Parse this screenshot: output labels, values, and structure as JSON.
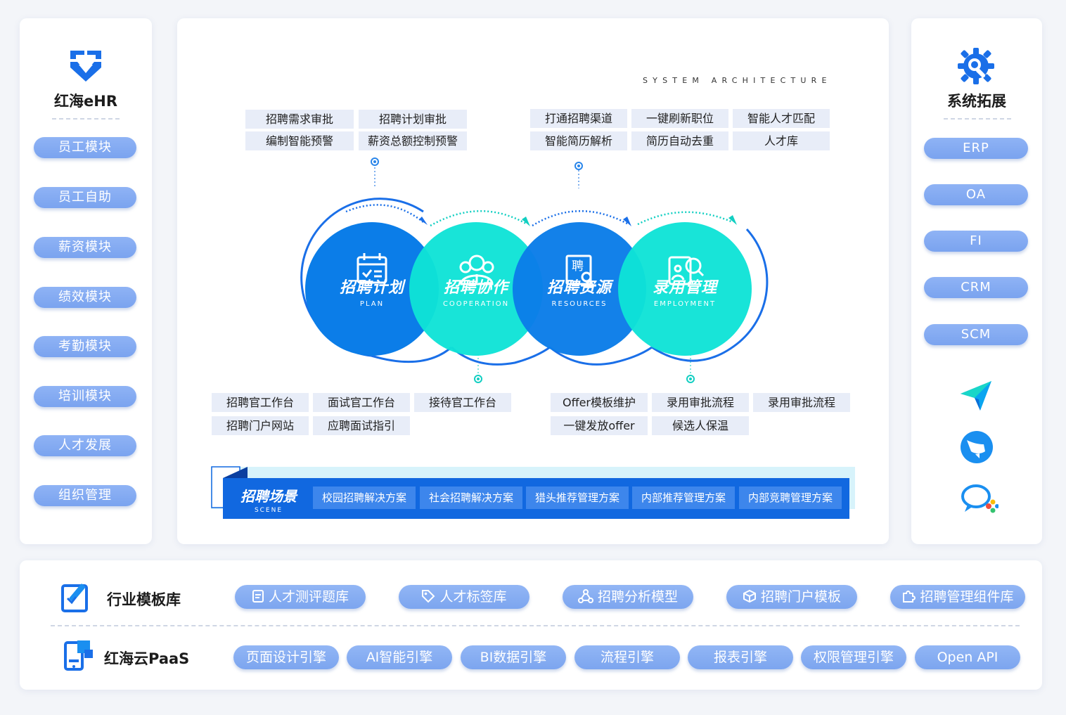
{
  "left": {
    "title": "红海eHR",
    "items": [
      "员工模块",
      "员工自助",
      "薪资模块",
      "绩效模块",
      "考勤模块",
      "培训模块",
      "人才发展",
      "组织管理"
    ]
  },
  "right": {
    "title": "系统拓展",
    "items": [
      "ERP",
      "OA",
      "FI",
      "CRM",
      "SCM"
    ],
    "app_icons": [
      "paper-plane-icon",
      "bird-icon",
      "chat-bubbles-icon"
    ]
  },
  "center": {
    "caption": "SYSTEM ARCHITECTURE",
    "top_left_tags": [
      "招聘需求审批",
      "招聘计划审批",
      "编制智能预警",
      "薪资总额控制预警"
    ],
    "top_right_tags": [
      "打通招聘渠道",
      "一键刷新职位",
      "智能人才匹配",
      "智能简历解析",
      "简历自动去重",
      "人才库"
    ],
    "bottom_left_tags": [
      "招聘官工作台",
      "面试官工作台",
      "接待官工作台",
      "招聘门户网站",
      "应聘面试指引"
    ],
    "bottom_right_tags": [
      "Offer模板维护",
      "录用审批流程",
      "录用审批流程",
      "一键发放offer",
      "候选人保温"
    ],
    "circles": [
      {
        "cn": "招聘计划",
        "en": "PLAN",
        "icon": "checklist-calendar-icon",
        "color": "#0b7de8"
      },
      {
        "cn": "招聘协作",
        "en": "COOPERATION",
        "icon": "team-icon",
        "color": "#0fe3d6"
      },
      {
        "cn": "招聘资源",
        "en": "RESOURCES",
        "icon": "resume-icon",
        "color": "#0b7de8"
      },
      {
        "cn": "录用管理",
        "en": "EMPLOYMENT",
        "icon": "search-person-icon",
        "color": "#0fe3d6"
      }
    ],
    "scene": {
      "cn": "招聘场景",
      "en": "SCENE",
      "items": [
        "校园招聘解决方案",
        "社会招聘解决方案",
        "猎头推荐管理方案",
        "内部推荐管理方案",
        "内部竞聘管理方案"
      ]
    }
  },
  "bottom": {
    "row1_title": "行业模板库",
    "row1_items": [
      {
        "label": "人才测评题库",
        "icon": "document-icon"
      },
      {
        "label": "人才标签库",
        "icon": "tag-icon"
      },
      {
        "label": "招聘分析模型",
        "icon": "network-icon"
      },
      {
        "label": "招聘门户模板",
        "icon": "cube-icon"
      },
      {
        "label": "招聘管理组件库",
        "icon": "puzzle-icon"
      }
    ],
    "row2_title": "红海云PaaS",
    "row2_items": [
      "页面设计引擎",
      "AI智能引擎",
      "BI数据引擎",
      "流程引擎",
      "报表引擎",
      "权限管理引擎",
      "Open API"
    ]
  }
}
